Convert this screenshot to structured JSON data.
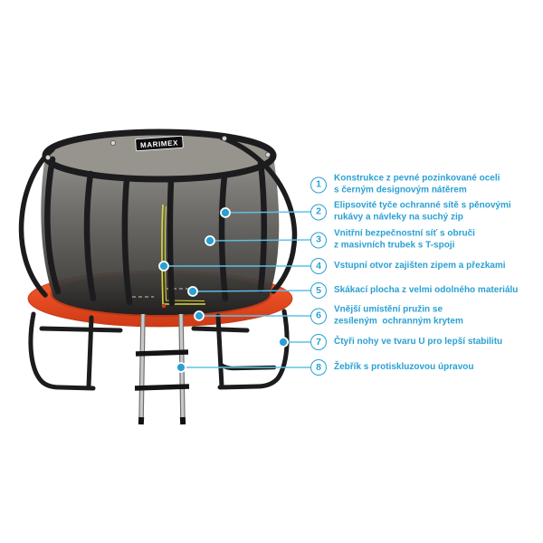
{
  "accent": {
    "color": "#2AA0D3",
    "line_color": "#5FC0E8"
  },
  "brand": {
    "logo_text": "MARIMEX"
  },
  "callouts": [
    {
      "number": "1",
      "text": "Konstrukce z pevné pozinkované oceli\ns černým designovým nátěrem"
    },
    {
      "number": "2",
      "text": "Elipsovité tyče ochranné sítě s pěnovými\nrukávy a návleky na suchý zip"
    },
    {
      "number": "3",
      "text": "Vnitřní bezpečnostní síť s obruči\nz masivních trubek s T-spoji"
    },
    {
      "number": "4",
      "text": "Vstupní otvor zajišten zipem a přezkami"
    },
    {
      "number": "5",
      "text": "Skákací plocha z velmi odolného materiálu"
    },
    {
      "number": "6",
      "text": "Vnější umístění pružin se\nzesíleným  ochranným krytem"
    },
    {
      "number": "7",
      "text": "Čtyři nohy ve tvaru U pro lepší stabilitu"
    },
    {
      "number": "8",
      "text": "Žebřík s protiskluzovou úpravou"
    }
  ],
  "illustration": {
    "pad_color": "#E8502A",
    "frame_color": "#1C1C1E",
    "mat_color": "#17171A",
    "net_color": "#6E6C68",
    "zipper_color": "#DDD73D",
    "ladder_rail_color": "#C9C9C9"
  }
}
